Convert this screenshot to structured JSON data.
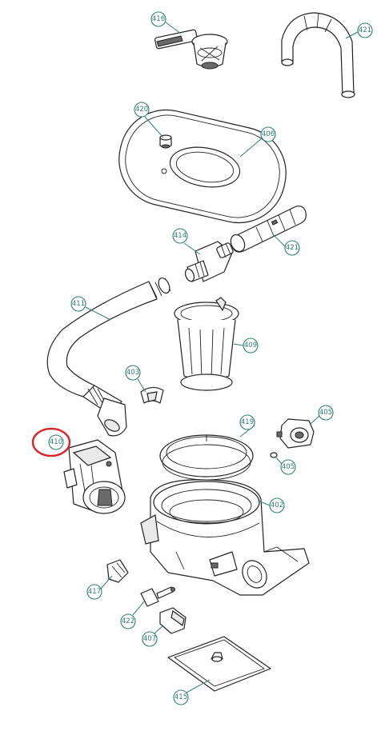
{
  "colors": {
    "callout": "#2f7f74",
    "highlight": "#d9262c",
    "line": "#222222"
  },
  "callouts": [
    {
      "id": "c416",
      "label": "416"
    },
    {
      "id": "c421a",
      "label": "421"
    },
    {
      "id": "c420",
      "label": "420"
    },
    {
      "id": "c406",
      "label": "406"
    },
    {
      "id": "c414",
      "label": "414"
    },
    {
      "id": "c421b",
      "label": "421"
    },
    {
      "id": "c411",
      "label": "411"
    },
    {
      "id": "c409",
      "label": "409"
    },
    {
      "id": "c403",
      "label": "403"
    },
    {
      "id": "c405a",
      "label": "405"
    },
    {
      "id": "c410",
      "label": "410"
    },
    {
      "id": "c419",
      "label": "419"
    },
    {
      "id": "c405b",
      "label": "405"
    },
    {
      "id": "c402",
      "label": "402"
    },
    {
      "id": "c417",
      "label": "417"
    },
    {
      "id": "c422",
      "label": "422"
    },
    {
      "id": "c407",
      "label": "407"
    },
    {
      "id": "c415",
      "label": "415"
    }
  ],
  "highlighted": "410"
}
